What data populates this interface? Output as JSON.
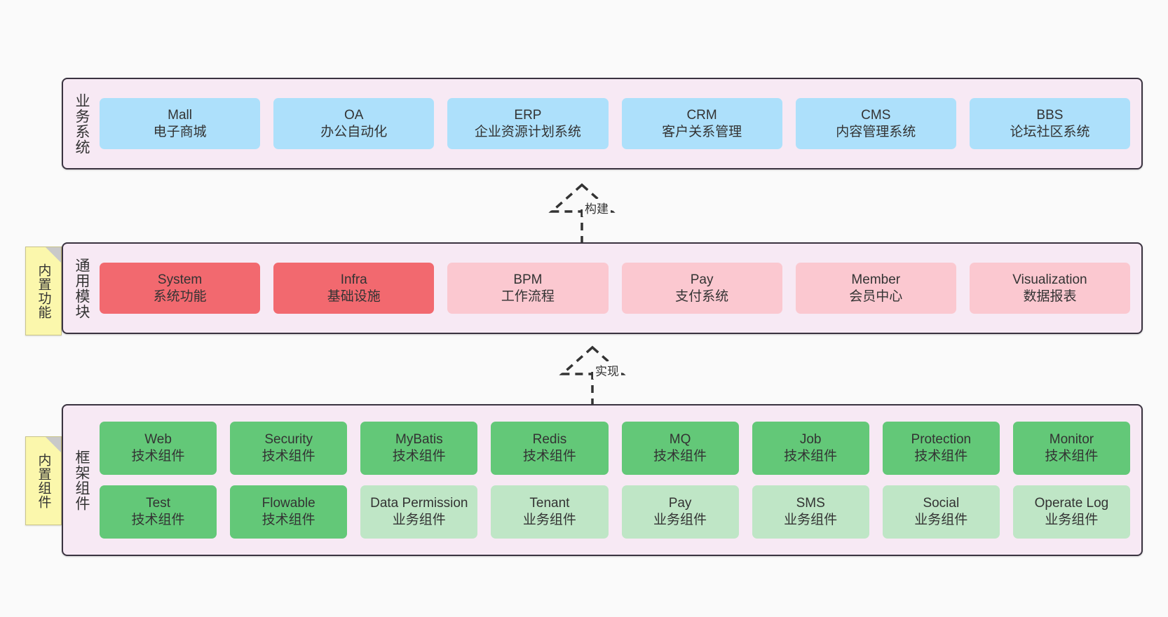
{
  "diagram": {
    "background": "#fafafa",
    "container_fill": "#f7e9f4",
    "container_border": "#3a3340",
    "colors": {
      "blue": "#ade0fb",
      "red": "#f2696f",
      "pink": "#fbc8d0",
      "green": "#63c878",
      "green_light": "#bfe6c6",
      "note_yellow": "#fbf7ac",
      "note_fold": "#c9c9c9"
    }
  },
  "layers": [
    {
      "id": "business-system",
      "title": "业务系统",
      "rows": [
        {
          "cards": [
            {
              "en": "Mall",
              "cn": "电子商城",
              "color": "blue"
            },
            {
              "en": "OA",
              "cn": "办公自动化",
              "color": "blue"
            },
            {
              "en": "ERP",
              "cn": "企业资源计划系统",
              "color": "blue"
            },
            {
              "en": "CRM",
              "cn": "客户关系管理",
              "color": "blue"
            },
            {
              "en": "CMS",
              "cn": "内容管理系统",
              "color": "blue"
            },
            {
              "en": "BBS",
              "cn": "论坛社区系统",
              "color": "blue"
            }
          ]
        }
      ]
    },
    {
      "id": "common-module",
      "title": "通用模块",
      "note": "内置功能",
      "rows": [
        {
          "cards": [
            {
              "en": "System",
              "cn": "系统功能",
              "color": "red"
            },
            {
              "en": "Infra",
              "cn": "基础设施",
              "color": "red"
            },
            {
              "en": "BPM",
              "cn": "工作流程",
              "color": "pink"
            },
            {
              "en": "Pay",
              "cn": "支付系统",
              "color": "pink"
            },
            {
              "en": "Member",
              "cn": "会员中心",
              "color": "pink"
            },
            {
              "en": "Visualization",
              "cn": "数据报表",
              "color": "pink"
            }
          ]
        }
      ]
    },
    {
      "id": "framework-component",
      "title": "框架组件",
      "note": "内置组件",
      "rows": [
        {
          "cards": [
            {
              "en": "Web",
              "cn": "技术组件",
              "color": "green"
            },
            {
              "en": "Security",
              "cn": "技术组件",
              "color": "green"
            },
            {
              "en": "MyBatis",
              "cn": "技术组件",
              "color": "green"
            },
            {
              "en": "Redis",
              "cn": "技术组件",
              "color": "green"
            },
            {
              "en": "MQ",
              "cn": "技术组件",
              "color": "green"
            },
            {
              "en": "Job",
              "cn": "技术组件",
              "color": "green"
            },
            {
              "en": "Protection",
              "cn": "技术组件",
              "color": "green"
            },
            {
              "en": "Monitor",
              "cn": "技术组件",
              "color": "green"
            }
          ]
        },
        {
          "cards": [
            {
              "en": "Test",
              "cn": "技术组件",
              "color": "green"
            },
            {
              "en": "Flowable",
              "cn": "技术组件",
              "color": "green"
            },
            {
              "en": "Data Permission",
              "cn": "业务组件",
              "color": "green_light"
            },
            {
              "en": "Tenant",
              "cn": "业务组件",
              "color": "green_light"
            },
            {
              "en": "Pay",
              "cn": "业务组件",
              "color": "green_light"
            },
            {
              "en": "SMS",
              "cn": "业务组件",
              "color": "green_light"
            },
            {
              "en": "Social",
              "cn": "业务组件",
              "color": "green_light"
            },
            {
              "en": "Operate Log",
              "cn": "业务组件",
              "color": "green_light"
            }
          ]
        }
      ]
    }
  ],
  "connectors": [
    {
      "id": "build",
      "label": "构建",
      "from": "common-module",
      "to": "business-system"
    },
    {
      "id": "implement",
      "label": "实现",
      "from": "framework-component",
      "to": "common-module"
    }
  ]
}
